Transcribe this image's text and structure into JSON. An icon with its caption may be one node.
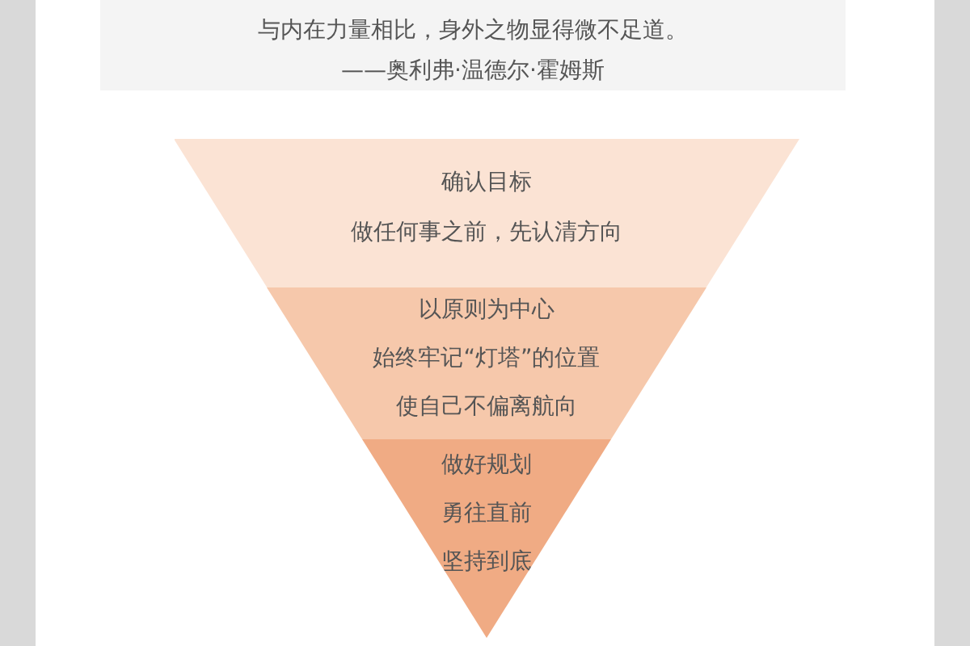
{
  "diagram": {
    "nodes": [
      {
        "text": [
          "与内在力量相比，身外之物显得微不足道。",
          "——奥利弗·温德尔·霍姆斯"
        ]
      },
      {
        "text": [
          "确认目标",
          "做任何事之前，先认清方向"
        ]
      },
      {
        "text": [
          "以原则为中心",
          "始终牢记“灯塔”的位置",
          "使自己不偏离航向"
        ]
      },
      {
        "text": [
          "做好规划",
          "勇往直前",
          "坚持到底"
        ]
      }
    ]
  }
}
